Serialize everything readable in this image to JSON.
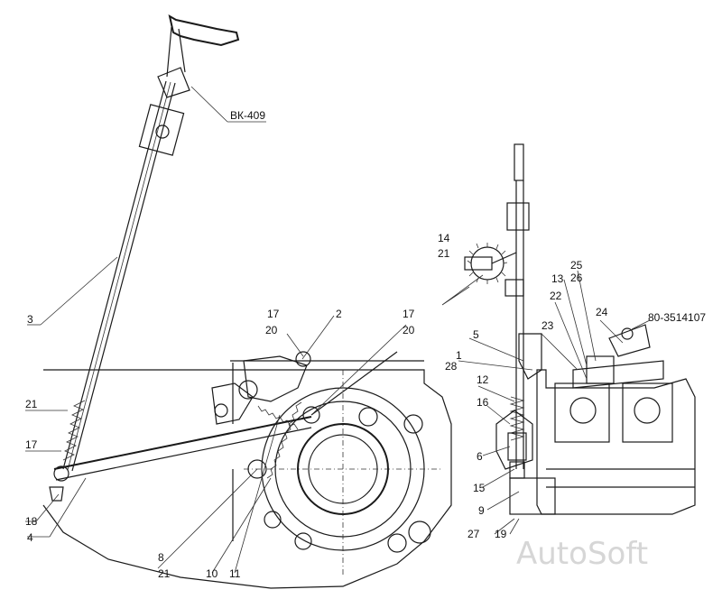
{
  "callouts": {
    "c1": "1",
    "c2": "2",
    "c3": "3",
    "c4": "4",
    "c5": "5",
    "c6": "6",
    "c8": "8",
    "c9": "9",
    "c10": "10",
    "c11": "11",
    "c12": "12",
    "c13": "13",
    "c14": "14",
    "c15": "15",
    "c16": "16",
    "c17a": "17",
    "c17b": "17",
    "c17c": "17",
    "c18": "18",
    "c19": "19",
    "c20a": "20",
    "c20b": "20",
    "c21a": "21",
    "c21b": "21",
    "c21c": "21",
    "c22": "22",
    "c23": "23",
    "c24": "24",
    "c25": "25",
    "c26": "26",
    "c27": "27",
    "c28": "28",
    "bk409": "ВК-409",
    "part80": "80-3514107"
  },
  "watermark": "AutoSoft"
}
